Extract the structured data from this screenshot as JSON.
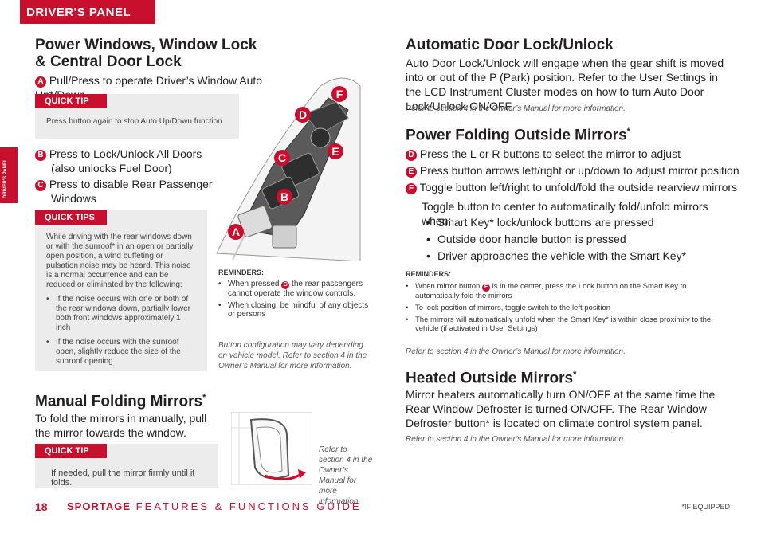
{
  "header": {
    "section": "DRIVER'S PANEL",
    "side_tab": "DRIVER'S PANEL"
  },
  "left": {
    "title_line1": "Power Windows, Window Lock",
    "title_line2": "& Central Door Lock",
    "item_a": {
      "badge": "A",
      "text": "Pull/Press to operate Driver’s Window Auto Up*/Down"
    },
    "tip1": {
      "label": "QUICK TIP",
      "text": "Press button again to stop Auto Up/Down function"
    },
    "item_b": {
      "badge": "B",
      "text_line1": "Press to Lock/Unlock All Doors",
      "text_line2": "(also unlocks Fuel Door)"
    },
    "item_c": {
      "badge": "C",
      "text_line1": "Press to disable Rear Passenger",
      "text_line2": "Windows"
    },
    "tips2": {
      "label": "QUICK TIPS",
      "paragraph": "While driving with the rear windows down or with the sunroof* in an open or partially open position, a wind buffeting or pulsation noise may be heard. This noise is a normal occurrence and can be reduced or eliminated by the following:",
      "bullets": [
        "If the noise occurs with one or both of the rear windows down, partially lower both front windows approximately 1 inch",
        "If the noise occurs with the sunroof open, slightly reduce the size of the sunroof opening"
      ]
    },
    "reminders": {
      "title": "REMINDERS:",
      "b1_pre": "When pressed",
      "b1_badge": "C",
      "b1_post": "the rear passengers cannot operate the window controls.",
      "b2": "When closing, be mindful of any objects or persons"
    },
    "button_note": "Button configuration may vary depending on vehicle model. Refer to section 4 in the Owner’s Manual for more information.",
    "manual_folding": {
      "title": "Manual Folding Mirrors",
      "sup": "*",
      "text": "To fold the mirrors in manually, pull the mirror towards the window.",
      "tip_label": "QUICK TIP",
      "tip_text": "If needed, pull the mirror firmly until it folds.",
      "refer": "Refer to section 4 in the Owner’s Manual for more information."
    },
    "diagram_labels": [
      "A",
      "B",
      "C",
      "D",
      "E",
      "F"
    ]
  },
  "right": {
    "auto_lock": {
      "title": "Automatic Door Lock/Unlock",
      "text": "Auto Door Lock/Unlock will engage when the gear shift is moved into or out of the P (Park) position. Refer to the User Settings in the LCD Instrument Cluster modes on how to turn Auto Door Lock/Unlock ON/OFF.",
      "refer": "Refer to section 4 in the Owner’s Manual for more information."
    },
    "power_folding": {
      "title": "Power Folding Outside Mirrors",
      "sup": "*",
      "d": {
        "badge": "D",
        "text": "Press the L or R buttons to select the mirror to adjust"
      },
      "e": {
        "badge": "E",
        "text": "Press button arrows left/right or up/down to adjust mirror position"
      },
      "f": {
        "badge": "F",
        "text": "Toggle button left/right to unfold/fold the outside rearview mirrors"
      },
      "toggle_text": "Toggle button to center to automatically fold/unfold mirrors when:",
      "bullets": [
        "Smart Key* lock/unlock buttons are pressed",
        "Outside door handle button is pressed",
        "Driver approaches the vehicle with the Smart Key*"
      ],
      "reminders_title": "REMINDERS:",
      "r1_pre": "When mirror button",
      "r1_badge": "F",
      "r1_post": "is in the center, press the Lock button on the Smart Key to automatically fold the mirrors",
      "r2": "To lock position of mirrors, toggle switch to the left position",
      "r3": "The mirrors will automatically unfold when the Smart Key* is within close proximity to the vehicle (if activated in User Settings)",
      "refer": "Refer to section 4 in the Owner’s Manual for more information."
    },
    "heated": {
      "title": "Heated Outside Mirrors",
      "sup": "*",
      "text": "Mirror heaters automatically turn ON/OFF at the same time the Rear Window Defroster is turned ON/OFF. The Rear Window Defroster button* is located on climate control system panel.",
      "refer": "Refer to section 4 in the Owner’s Manual for more information."
    }
  },
  "footer": {
    "page": "18",
    "brand": "SPORTAGE",
    "guide": "FEATURES & FUNCTIONS GUIDE",
    "if_equipped": "*IF EQUIPPED"
  },
  "colors": {
    "accent": "#c8102e",
    "tip_bg": "#ececec",
    "text": "#231f20"
  }
}
